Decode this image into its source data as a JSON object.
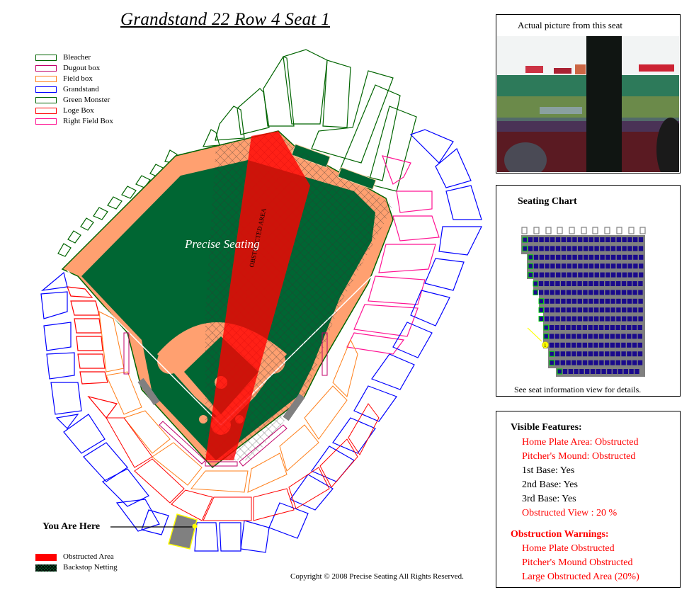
{
  "header": {
    "title": "Grandstand 22  Row 4  Seat 1"
  },
  "legend": {
    "sections": [
      {
        "label": "Bleacher",
        "color": "#006400"
      },
      {
        "label": "Dugout box",
        "color": "#c0006a"
      },
      {
        "label": "Field box",
        "color": "#ff7f1a"
      },
      {
        "label": "Grandstand",
        "color": "#0000ff"
      },
      {
        "label": "Green Monster",
        "color": "#006400"
      },
      {
        "label": "Loge Box",
        "color": "#ff0000"
      },
      {
        "label": "Right Field Box",
        "color": "#ff1493"
      }
    ],
    "overlays": [
      {
        "label": "Obstructed Area",
        "color": "#ff0000"
      },
      {
        "label": "Backstop Netting",
        "color": "#0a5a2a"
      }
    ]
  },
  "map": {
    "watermark": "Precise Seating",
    "obstructed_label": "OBSTRUCTED AREA",
    "you_are_here": "You Are Here",
    "colors": {
      "field": "#006633",
      "dirt": "#ffa070",
      "obstruction": "#ff0000",
      "marker": "#ffff00",
      "seat_block": "#808080"
    }
  },
  "photo": {
    "caption": "Actual picture from this seat"
  },
  "seating_chart": {
    "title": "Seating Chart",
    "note": "See seat information view for details.",
    "selected_seat": "1",
    "colors": {
      "seat": "#1a0a8c",
      "aisle_seat_border": "#00dd00",
      "background": "#808080"
    }
  },
  "features": {
    "heading": "Visible Features:",
    "items": [
      {
        "text": "Home Plate Area:  Obstructed",
        "status": "obstructed"
      },
      {
        "text": "Pitcher's Mound:  Obstructed",
        "status": "obstructed"
      },
      {
        "text": "1st Base:  Yes",
        "status": "ok"
      },
      {
        "text": "2nd Base:  Yes",
        "status": "ok"
      },
      {
        "text": "3rd Base:  Yes",
        "status": "ok"
      },
      {
        "text": "Obstructed View :  20 %",
        "status": "obstructed"
      }
    ],
    "warnings_heading": "Obstruction Warnings:",
    "warnings": [
      "Home Plate Obstructed",
      "Pitcher's Mound Obstructed",
      "Large Obstructed Area (20%)"
    ]
  },
  "footer": {
    "copyright": "Copyright © 2008 Precise Seating All Rights Reserved."
  }
}
